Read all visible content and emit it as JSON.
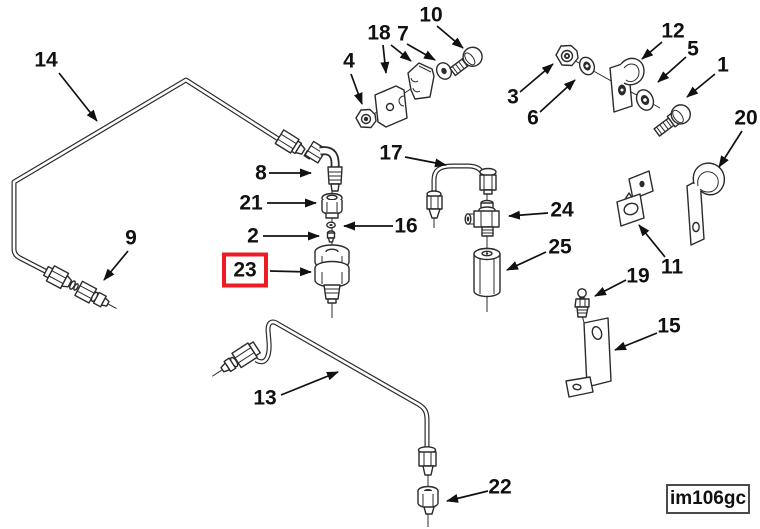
{
  "figure": {
    "type": "exploded-parts-diagram",
    "image_code": "im106gc",
    "highlighted_callout": "23",
    "colors": {
      "highlight_box": "#ed1c24",
      "linework": "#2b2b2b",
      "label_text": "#111111",
      "background": "#ffffff"
    },
    "callouts": [
      {
        "label": "14"
      },
      {
        "label": "9"
      },
      {
        "label": "8"
      },
      {
        "label": "21"
      },
      {
        "label": "2"
      },
      {
        "label": "23",
        "highlighted": true
      },
      {
        "label": "16"
      },
      {
        "label": "4"
      },
      {
        "label": "18"
      },
      {
        "label": "7"
      },
      {
        "label": "10"
      },
      {
        "label": "17"
      },
      {
        "label": "24"
      },
      {
        "label": "25"
      },
      {
        "label": "3"
      },
      {
        "label": "6"
      },
      {
        "label": "12"
      },
      {
        "label": "5"
      },
      {
        "label": "1"
      },
      {
        "label": "20"
      },
      {
        "label": "11"
      },
      {
        "label": "19"
      },
      {
        "label": "15"
      },
      {
        "label": "13"
      },
      {
        "label": "22"
      }
    ]
  }
}
